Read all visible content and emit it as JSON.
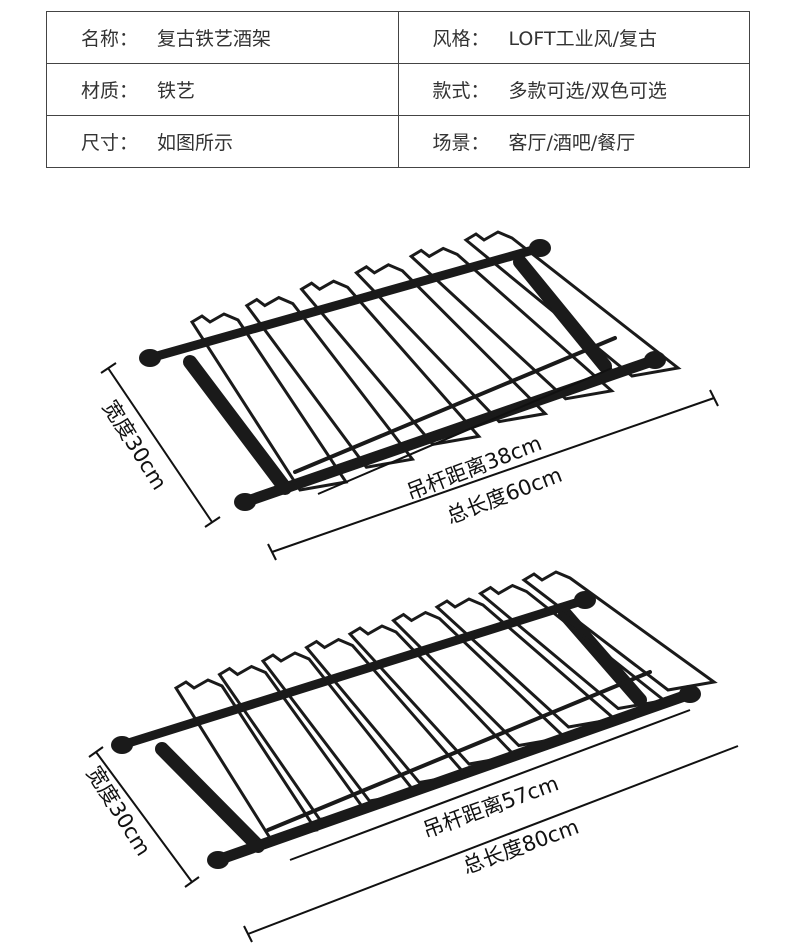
{
  "specs": [
    [
      {
        "label": "名称：",
        "value": "复古铁艺酒架"
      },
      {
        "label": "风格：",
        "value": "LOFT工业风/复古"
      }
    ],
    [
      {
        "label": "材质：",
        "value": "铁艺"
      },
      {
        "label": "款式：",
        "value": "多款可选/双色可选"
      }
    ],
    [
      {
        "label": "尺寸：",
        "value": "如图所示"
      },
      {
        "label": "场景：",
        "value": "客厅/酒吧/餐厅"
      }
    ]
  ],
  "products": [
    {
      "width_label": "宽度30cm",
      "rail_label": "吊杆距离38cm",
      "length_label": "总长度60cm",
      "slots": 6
    },
    {
      "width_label": "宽度30cm",
      "rail_label": "吊杆距离57cm",
      "length_label": "总长度80cm",
      "slots": 9
    }
  ],
  "colors": {
    "rack": "#1a1a1a",
    "line": "#111111",
    "border": "#444444"
  }
}
